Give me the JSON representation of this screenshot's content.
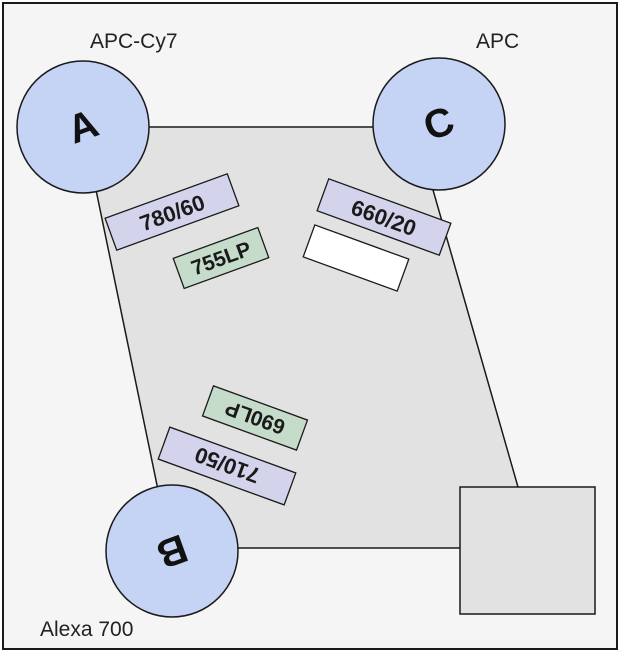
{
  "detectors": {
    "a": {
      "letter": "A",
      "fluor_label": "APC-Cy7"
    },
    "b": {
      "letter": "B",
      "fluor_label": "Alexa 700"
    },
    "c": {
      "letter": "C",
      "fluor_label": "APC"
    }
  },
  "filters": {
    "bp_780_60": "780/60",
    "lp_755": "755LP",
    "bp_660_20": "660/20",
    "bp_710_50": "710/50",
    "lp_690": "690LP"
  },
  "colors": {
    "detector_fill": "#c5d4f5",
    "bandpass_fill": "#d3d3ec",
    "longpass_fill": "#c6dccb",
    "octagon_fill": "#e2e2e2",
    "empty_slot_fill": "#ffffff",
    "outline": "#1a1a1a"
  }
}
